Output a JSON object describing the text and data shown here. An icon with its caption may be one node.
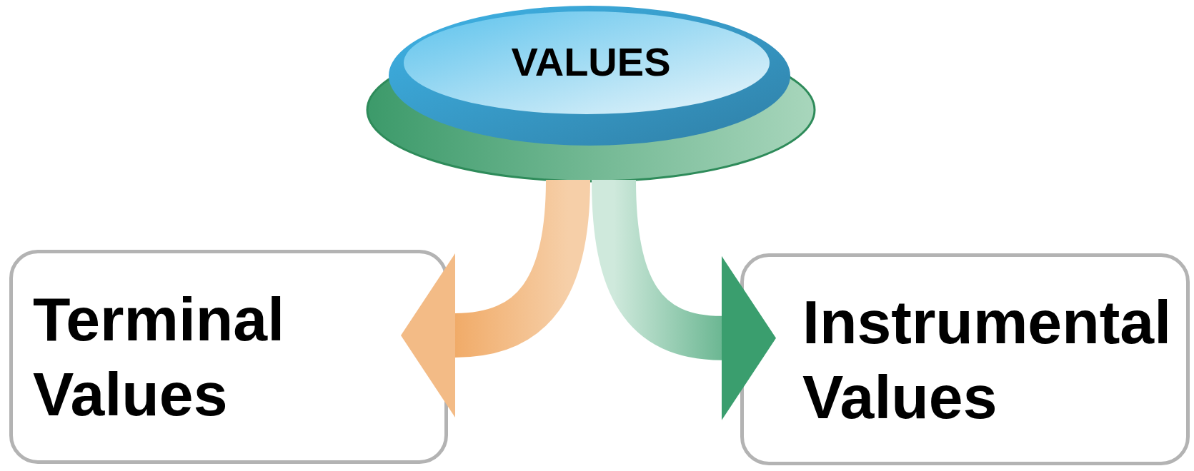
{
  "diagram": {
    "nodes": [
      {
        "text": [
          "VALUES"
        ]
      },
      {
        "text": [
          "Terminal Values"
        ]
      },
      {
        "text": [
          "Instrumental Values"
        ]
      }
    ],
    "edges": [
      {
        "from": 0,
        "to": 1,
        "arrow": "to",
        "style": "thick",
        "color": "#ee9a4a"
      },
      {
        "from": 0,
        "to": 2,
        "arrow": "to",
        "style": "thick",
        "color": "#3a9e6e"
      }
    ]
  }
}
